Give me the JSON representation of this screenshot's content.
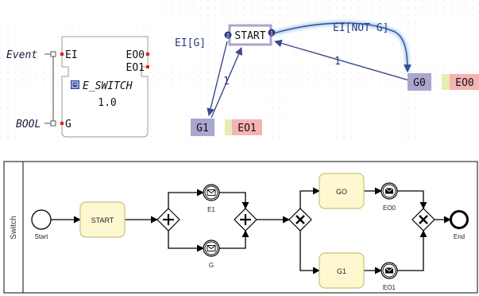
{
  "fb_block": {
    "input_event": "Event",
    "input_data": "BOOL",
    "port_ei": "EI",
    "port_g": "G",
    "port_eo0": "EO0",
    "port_eo1": "EO1",
    "type_name": "E_SWITCH",
    "version": "1.0"
  },
  "state_machine": {
    "start_state": "START",
    "state_g0": "G0",
    "state_g1": "G1",
    "action_eo0": "EO0",
    "action_eo1": "EO1",
    "transition_g": "EI[G]",
    "transition_not_g": "EI[NOT G]",
    "back_priority_g0": "1",
    "back_priority_g1": "1",
    "badge_start_left": "2",
    "badge_start_right": "1"
  },
  "bpmn": {
    "pool_label": "Switch",
    "start_event_label": "Start",
    "task_start": "START",
    "message_e1": "E1",
    "message_g": "G",
    "task_go": "GO",
    "task_g1": "G1",
    "message_eo0": "EO0",
    "message_eo1": "EO1",
    "end_event_label": "End"
  },
  "colors": {
    "state_border": "#a9a6cf",
    "state_fill_g": "#a9a6cf",
    "action_yellow": "#e8edb0",
    "action_red": "#f5b3b3",
    "arrow_blue": "#3a4a8c",
    "transition_highlight": "#4d8fd6",
    "task_fill": "#fdf8cf",
    "task_border": "#c9c27a",
    "port_red": "#e02020"
  }
}
